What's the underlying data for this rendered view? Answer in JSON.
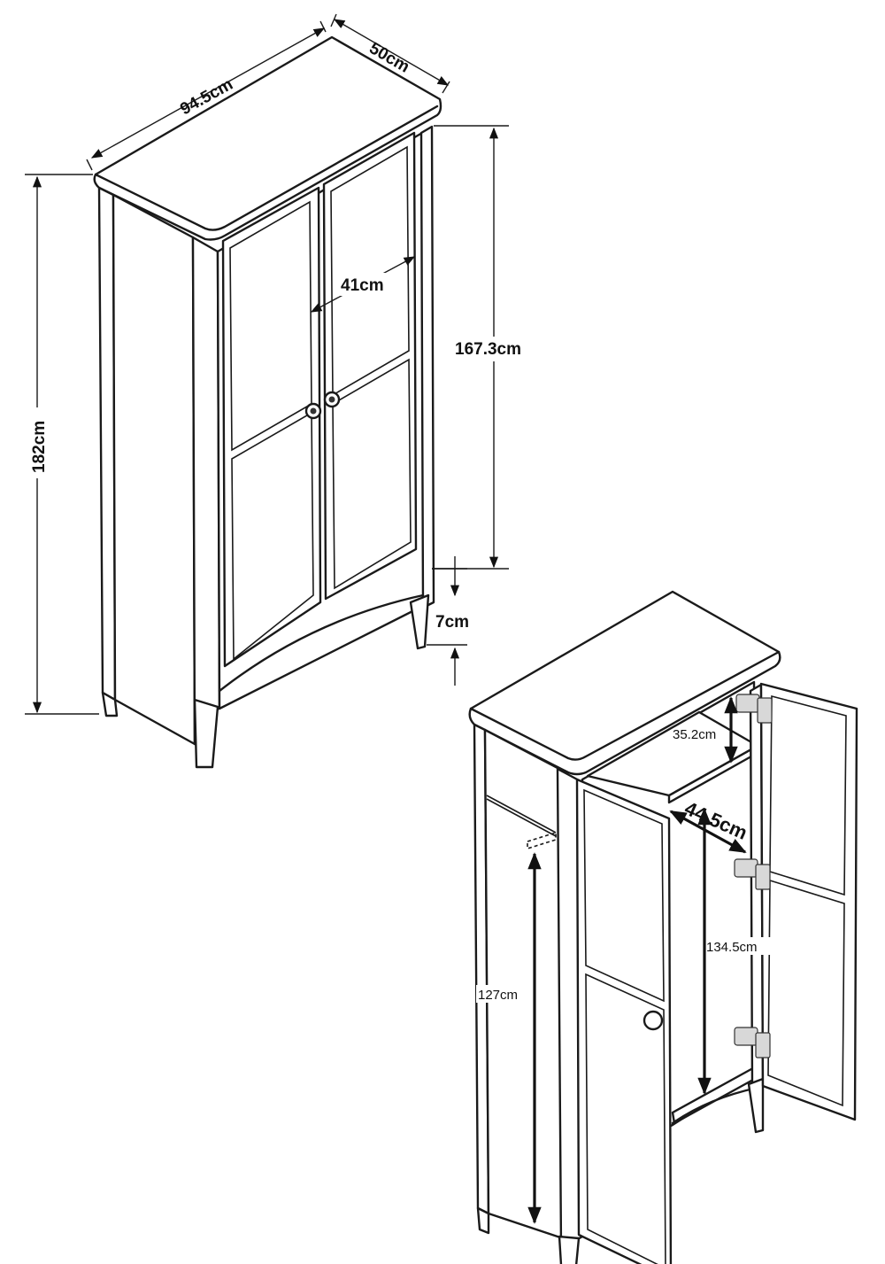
{
  "dimensions": {
    "width": "94.5cm",
    "depth": "50cm",
    "height": "182cm",
    "body_height": "167.3cm",
    "door_width": "41cm",
    "leg_height": "7cm",
    "shelf_gap": "35.2cm",
    "inner_depth": "44.5cm",
    "inner_height": "134.5cm",
    "hanging_height": "127cm"
  }
}
